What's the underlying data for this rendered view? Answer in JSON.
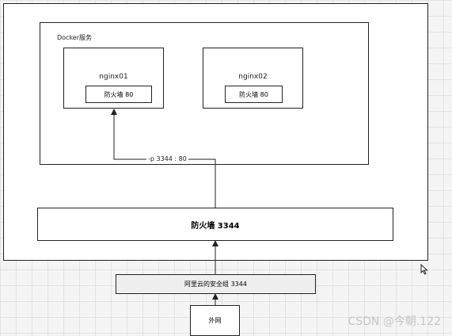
{
  "diagram": {
    "docker_label": "Docker服务",
    "containers": [
      {
        "name": "nginx01",
        "firewall": "防火墙  80"
      },
      {
        "name": "nginx02",
        "firewall": "防火墙  80"
      }
    ],
    "port_mapping": "-p 3344 : 80",
    "host_firewall": "防火墙   3344",
    "security_group": "阿里云的安全组   3344",
    "external": "外网"
  },
  "watermark": "CSDN @今朝.122",
  "colors": {
    "line": "#222222",
    "grid": "#e2e2e2",
    "background": "#f4f4f4",
    "watermark": "#c4c4c4"
  }
}
